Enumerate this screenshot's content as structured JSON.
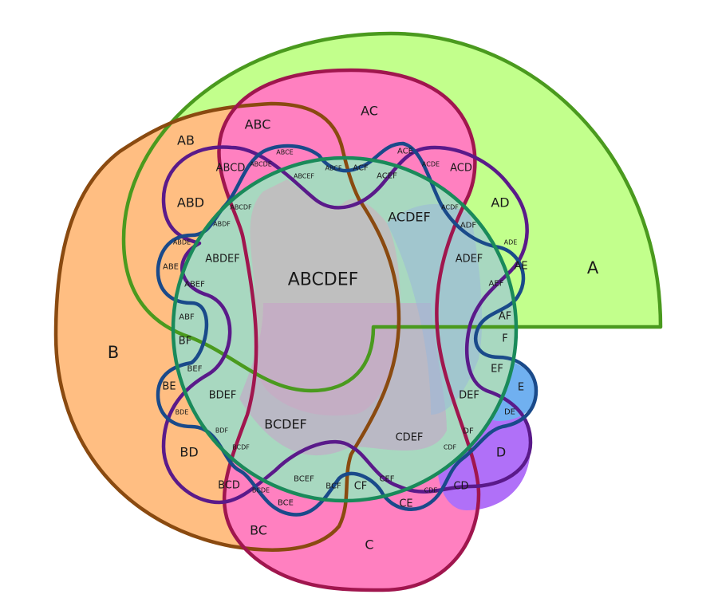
{
  "sets": [
    {
      "name": "A",
      "color": "#4a9a1e"
    },
    {
      "name": "B",
      "color": "#8a4a10"
    },
    {
      "name": "C",
      "color": "#a0164e"
    },
    {
      "name": "D",
      "color": "#5a1a8a"
    },
    {
      "name": "E",
      "color": "#1a4a8a"
    },
    {
      "name": "F",
      "color": "#1a8a5a"
    }
  ],
  "regions": {
    "A": "A",
    "B": "B",
    "C": "C",
    "D": "D",
    "E": "E",
    "F": "F",
    "AB": "AB",
    "AC": "AC",
    "AD": "AD",
    "AE": "AE",
    "AF": "AF",
    "BC": "BC",
    "BD": "BD",
    "BE": "BE",
    "BF": "BF",
    "CD": "CD",
    "CE": "CE",
    "CF": "CF",
    "DE": "DE",
    "DF": "DF",
    "EF": "EF",
    "ABC": "ABC",
    "ABD": "ABD",
    "ABE": "ABE",
    "ABF": "ABF",
    "ACD": "ACD",
    "ACE": "ACE",
    "ACF": "ACF",
    "ADE": "ADE",
    "AEF": "AEF",
    "BCD": "BCD",
    "BCE": "BCE",
    "BCF": "BCF",
    "BDE": "BDE",
    "BDF": "BDF",
    "BEF": "BEF",
    "CDE": "CDE",
    "CDF": "CDF",
    "CEF": "CEF",
    "DEF": "DEF",
    "ADF": "ADF",
    "ABCD": "ABCD",
    "ABCE": "ABCE",
    "ABCF": "ABCF",
    "ABDE": "ABDE",
    "ABDF": "ABDF",
    "ABEF": "ABEF",
    "ACDF": "ACDF",
    "ACDE": "ACDE",
    "ACEF": "ACEF",
    "ADEF": "ADEF",
    "BCDE": "BCDE",
    "BCDF": "BCDF",
    "BCEF": "BCEF",
    "BDEF": "BDEF",
    "CDEF": "CDEF",
    "ABCDE": "ABCDE",
    "ABCDF": "ABCDF",
    "ABCEF": "ABCEF",
    "ABDEF": "ABDEF",
    "ACDEF": "ACDEF",
    "BCDEF": "BCDEF",
    "ABCDEF": "ABCDEF"
  }
}
